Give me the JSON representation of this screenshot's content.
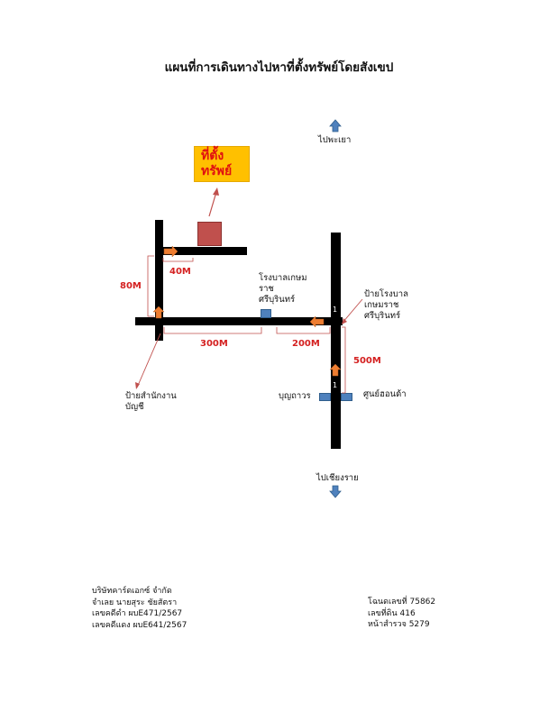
{
  "title": "แผนที่การเดินทางไปหาที่ตั้งทรัพย์โดยสังเขป",
  "property_label": [
    "ที่ตั้ง",
    "ทรัพย์"
  ],
  "directions": {
    "north": "ไปพะเยา",
    "south": "ไปเชียงราย"
  },
  "places": {
    "hospital": [
      "โรงบาลเกษม",
      "ราช",
      "ศรีบุรินทร์"
    ],
    "hospital_sign": [
      "ป้ายโรงบาล",
      "เกษมราช",
      "ศรีบุรินทร์"
    ],
    "accounting_sign": [
      "ป้ายสำนักงาน",
      "บัญชี"
    ],
    "bunyathawon": "บุญถาวร",
    "honda_center": "ศูนย์ฮอนด้า"
  },
  "distances": {
    "d40": "40M",
    "d80": "80M",
    "d300": "300M",
    "d200": "200M",
    "d500": "500M"
  },
  "route_markers": {
    "turn_1": "1",
    "turn_2": "1"
  },
  "footer_left": [
    "บริษัทคาร์ดเอกซ์ จำกัด",
    "จำเลย นายสุระ ชัยสัตรา",
    "เลขคดีดำ ผบE471/2567",
    "เลขคดีแดง ผบE641/2567"
  ],
  "footer_right": [
    "โฉนดเลขที่ 75862",
    "เลขที่ดิน  416",
    "หน้าสำรวจ 5279"
  ],
  "colors": {
    "road": "#000000",
    "property_box": "#ffc000",
    "property_text": "#e01010",
    "house": "#c0504d",
    "landmark": "#4f81bd",
    "route_arrow": "#ed7d31",
    "distance_text": "#d42020"
  }
}
